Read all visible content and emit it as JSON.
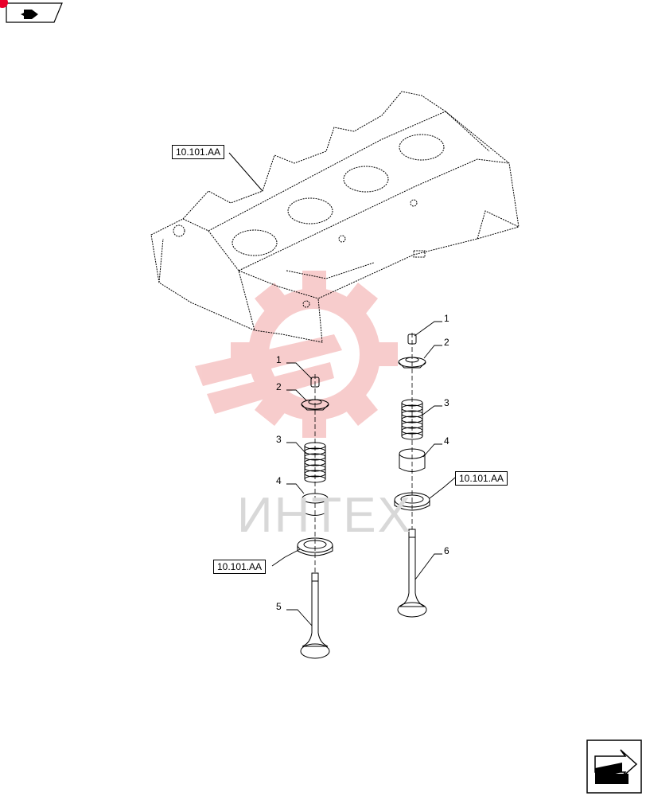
{
  "references": {
    "cylinder_head": "10.101.AA",
    "seat_right": "10.101.AA",
    "seat_left": "10.101.AA"
  },
  "callouts": {
    "left": {
      "keeper": "1",
      "retainer": "2",
      "spring": "3",
      "seal": "4",
      "valve": "5"
    },
    "right": {
      "keeper": "1",
      "retainer": "2",
      "spring": "3",
      "seal": "4",
      "valve": "6"
    }
  },
  "watermark": {
    "text": "ИНТЕХ",
    "color": "#ff3c3c"
  },
  "colors": {
    "line": "#000000",
    "watermark_logo": "#f4b8b8"
  },
  "icons": {
    "top_left": "book-arrow-icon",
    "bottom_right": "next-page-arrow-icon"
  }
}
